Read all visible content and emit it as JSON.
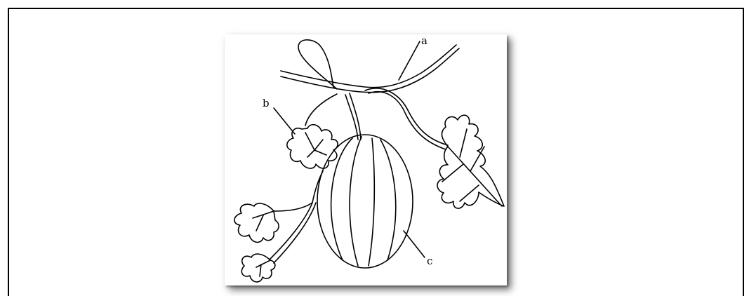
{
  "figure": {
    "labels": {
      "a": "a",
      "b": "b",
      "c": "c"
    },
    "parts": [
      "stem",
      "tendril",
      "leaf",
      "fruit"
    ]
  },
  "colors": {
    "line": "#000000",
    "background": "#ffffff",
    "frame": "#000000"
  }
}
